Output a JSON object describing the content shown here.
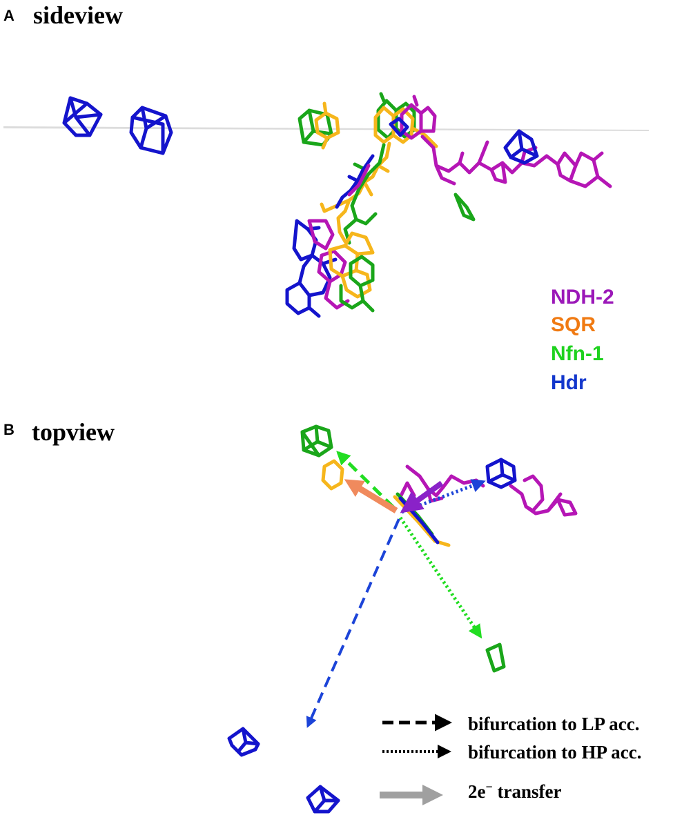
{
  "panels": [
    {
      "letter": "A",
      "title": "sideview"
    },
    {
      "letter": "B",
      "title": "topview"
    }
  ],
  "legend": [
    {
      "label": "NDH-2",
      "color": "#9b18b8"
    },
    {
      "label": "SQR",
      "color": "#f07a12"
    },
    {
      "label": "Nfn-1",
      "color": "#1fd21f"
    },
    {
      "label": "Hdr",
      "color": "#1236cc"
    }
  ],
  "key": {
    "lp": "bifurcation to LP acc.",
    "hp": "bifurcation to HP acc.",
    "transfer_prefix": "2e",
    "transfer_sup": "−",
    "transfer_suffix": " transfer"
  },
  "colors": {
    "magenta": "#b516b5",
    "yellow": "#f6b61c",
    "green": "#1aa61a",
    "blue": "#1414cc",
    "arrow_green": "#22dd22",
    "arrow_blue": "#1c44d8",
    "arrow_salmon": "#f08a5d",
    "arrow_purple": "#8a22c8",
    "gray": "#a0a0a0"
  }
}
